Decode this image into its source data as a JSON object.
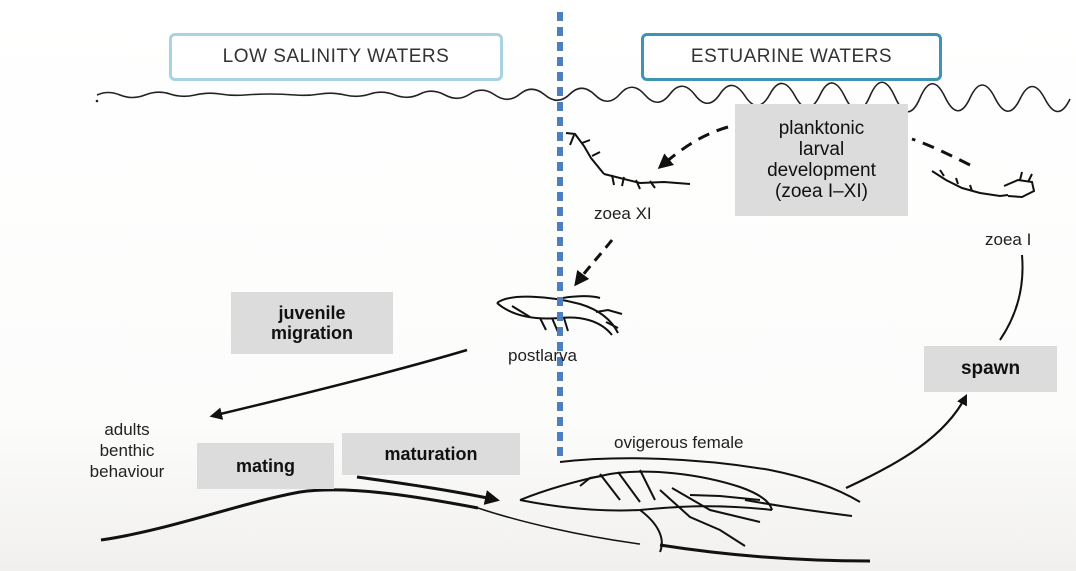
{
  "headers": {
    "low_salinity": "LOW SALINITY WATERS",
    "estuarine": "ESTUARINE WATERS"
  },
  "boxes": {
    "planktonic": [
      "planktonic",
      "larval",
      "development",
      "(zoea I–XI)"
    ],
    "juvenile_migration": [
      "juvenile",
      "migration"
    ],
    "spawn": "spawn",
    "mating": "mating",
    "maturation": "maturation"
  },
  "labels": {
    "zoea_xi": "zoea XI",
    "zoea_i": "zoea I",
    "postlarva": "postlarva",
    "ovigerous_female": "ovigerous female",
    "adults": [
      "adults",
      "benthic",
      "behaviour"
    ]
  },
  "colors": {
    "divider": "#4a7fc1",
    "header_light_border": "#a9d3e2",
    "header_dark_border": "#3f93b3",
    "box_fill": "#dcdcdc"
  }
}
